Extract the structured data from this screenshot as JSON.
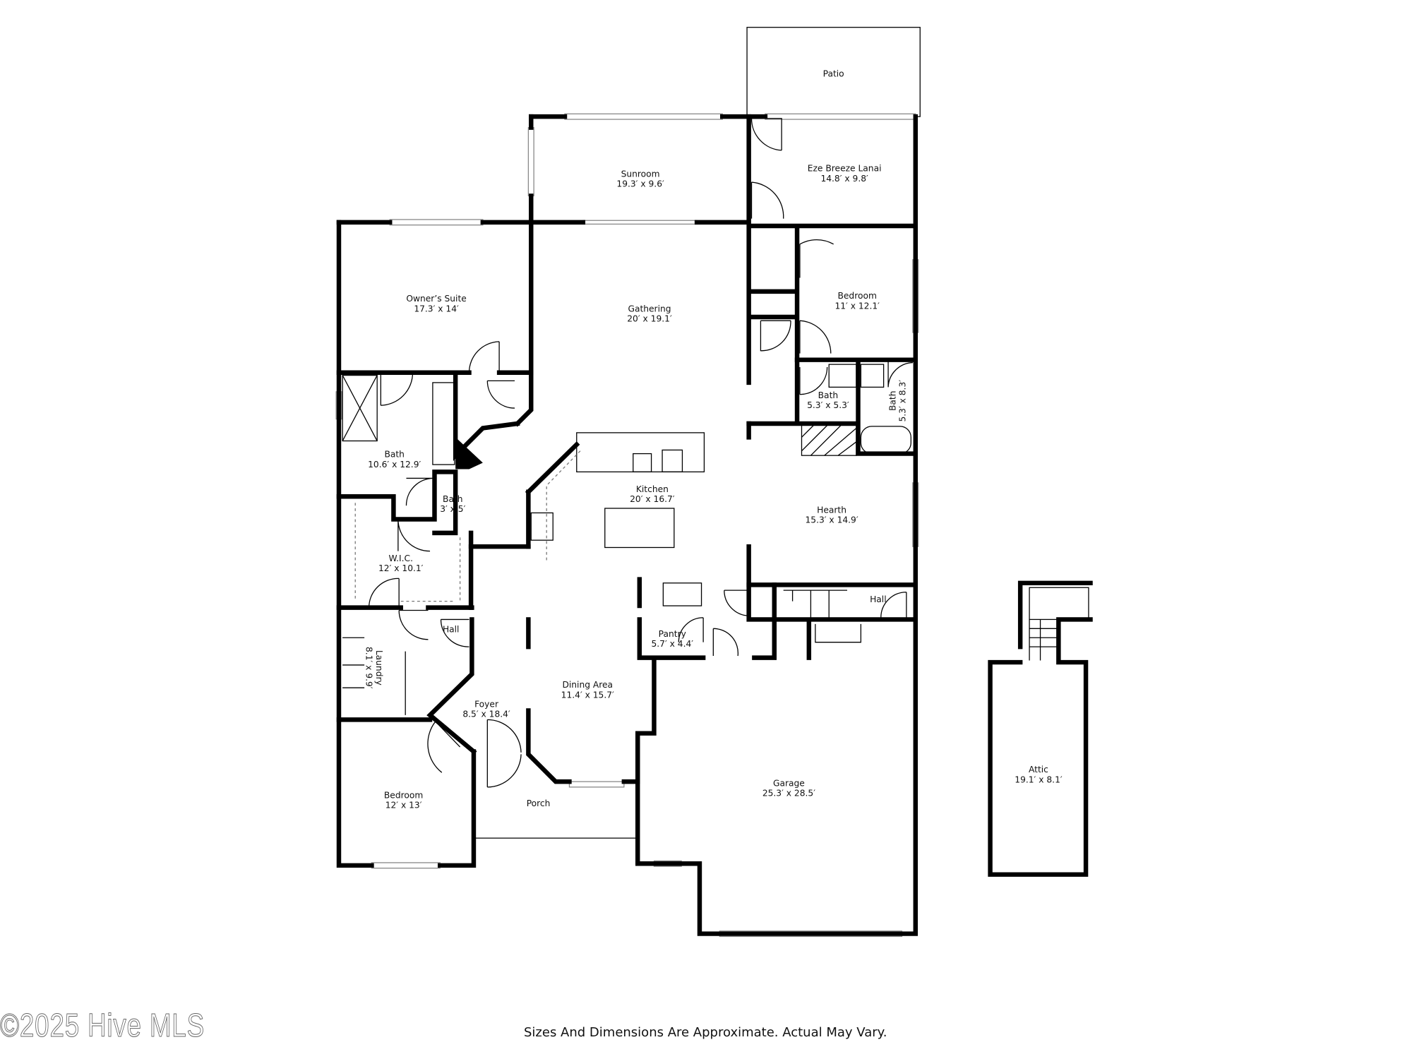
{
  "rooms": [
    {
      "name": "Patio",
      "dims": ""
    },
    {
      "name": "Sunroom",
      "dims": "19.3′ x 9.6′"
    },
    {
      "name": "Eze Breeze Lanai",
      "dims": "14.8′ x 9.8′"
    },
    {
      "name": "Owner’s Suite",
      "dims": "17.3′ x 14′"
    },
    {
      "name": "Gathering",
      "dims": "20′ x 19.1′"
    },
    {
      "name": "Bedroom",
      "dims": "11′ x 12.1′"
    },
    {
      "name": "Bath",
      "dims": "5.3′ x 5.3′"
    },
    {
      "name": "Bath",
      "dims": "5.3′ x 8.3′"
    },
    {
      "name": "Bath",
      "dims": "10.6′ x 12.9′"
    },
    {
      "name": "Bath",
      "dims": "3′ x 5′"
    },
    {
      "name": "Kitchen",
      "dims": "20′ x 16.7′"
    },
    {
      "name": "Hearth",
      "dims": "15.3′ x 14.9′"
    },
    {
      "name": "W.I.C.",
      "dims": "12′ x 10.1′"
    },
    {
      "name": "Hall",
      "dims": ""
    },
    {
      "name": "Pantry",
      "dims": "5.7′ x 4.4′"
    },
    {
      "name": "Hall",
      "dims": ""
    },
    {
      "name": "Laundry",
      "dims": "8.1′ x 9.9′"
    },
    {
      "name": "Foyer",
      "dims": "8.5′ x 18.4′"
    },
    {
      "name": "Dining Area",
      "dims": "11.4′ x 15.7′"
    },
    {
      "name": "Bedroom",
      "dims": "12′ x 13′"
    },
    {
      "name": "Porch",
      "dims": ""
    },
    {
      "name": "Garage",
      "dims": "25.3′ x 28.5′"
    },
    {
      "name": "Attic",
      "dims": "19.1′ x 8.1′"
    }
  ],
  "watermark": "©2025 Hive MLS",
  "disclaimer": "Sizes And Dimensions Are Approximate. Actual May Vary."
}
